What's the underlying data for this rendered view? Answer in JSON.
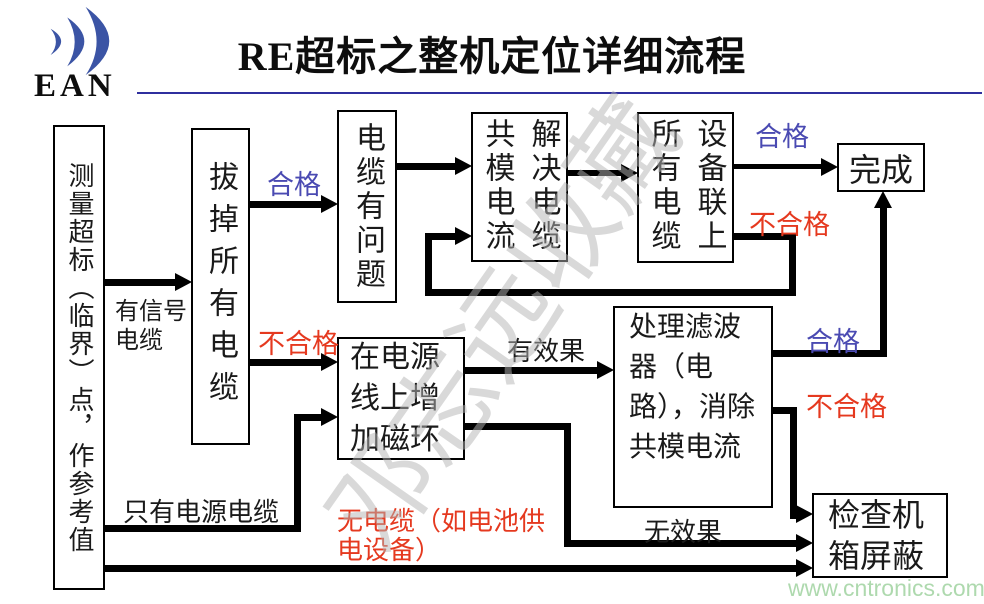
{
  "header": {
    "logo_text": "EAN",
    "title": "RE超标之整机定位详细流程"
  },
  "watermark": "邓志远收藏",
  "footer": {
    "url": "www.cntronics.com"
  },
  "nodes": {
    "measure": "测量超标（临界）点，作参考值",
    "unplug": "拔掉所有电缆",
    "cable_problem": "电缆有问题",
    "solve_cm": "解决电缆共模电流",
    "reconnect": "设备联上所有电缆",
    "done": "完成",
    "ferrite": "在电源线上增加磁环",
    "filter": "处理滤波器（电路），消除共模电流",
    "shield": "检查机箱屏蔽"
  },
  "labels": {
    "pass_unplug": "合格",
    "fail_unplug": "不合格",
    "pass_reconnect": "合格",
    "fail_reconnect": "不合格",
    "pass_filter": "合格",
    "fail_filter": "不合格",
    "signal_cable": "有信号电缆",
    "power_only": "只有电源电缆",
    "no_cable": "无电缆（如电池供电设备）",
    "effective": "有效果",
    "no_effect": "无效果"
  },
  "colors": {
    "pass_blue": "#4a4ab2",
    "fail_red": "#e5391f",
    "logo_blue": "#3b54a5",
    "title_underline": "#2f2f9e",
    "url_green": "#aed9ae",
    "watermark_gray": "#b5b5b5"
  }
}
